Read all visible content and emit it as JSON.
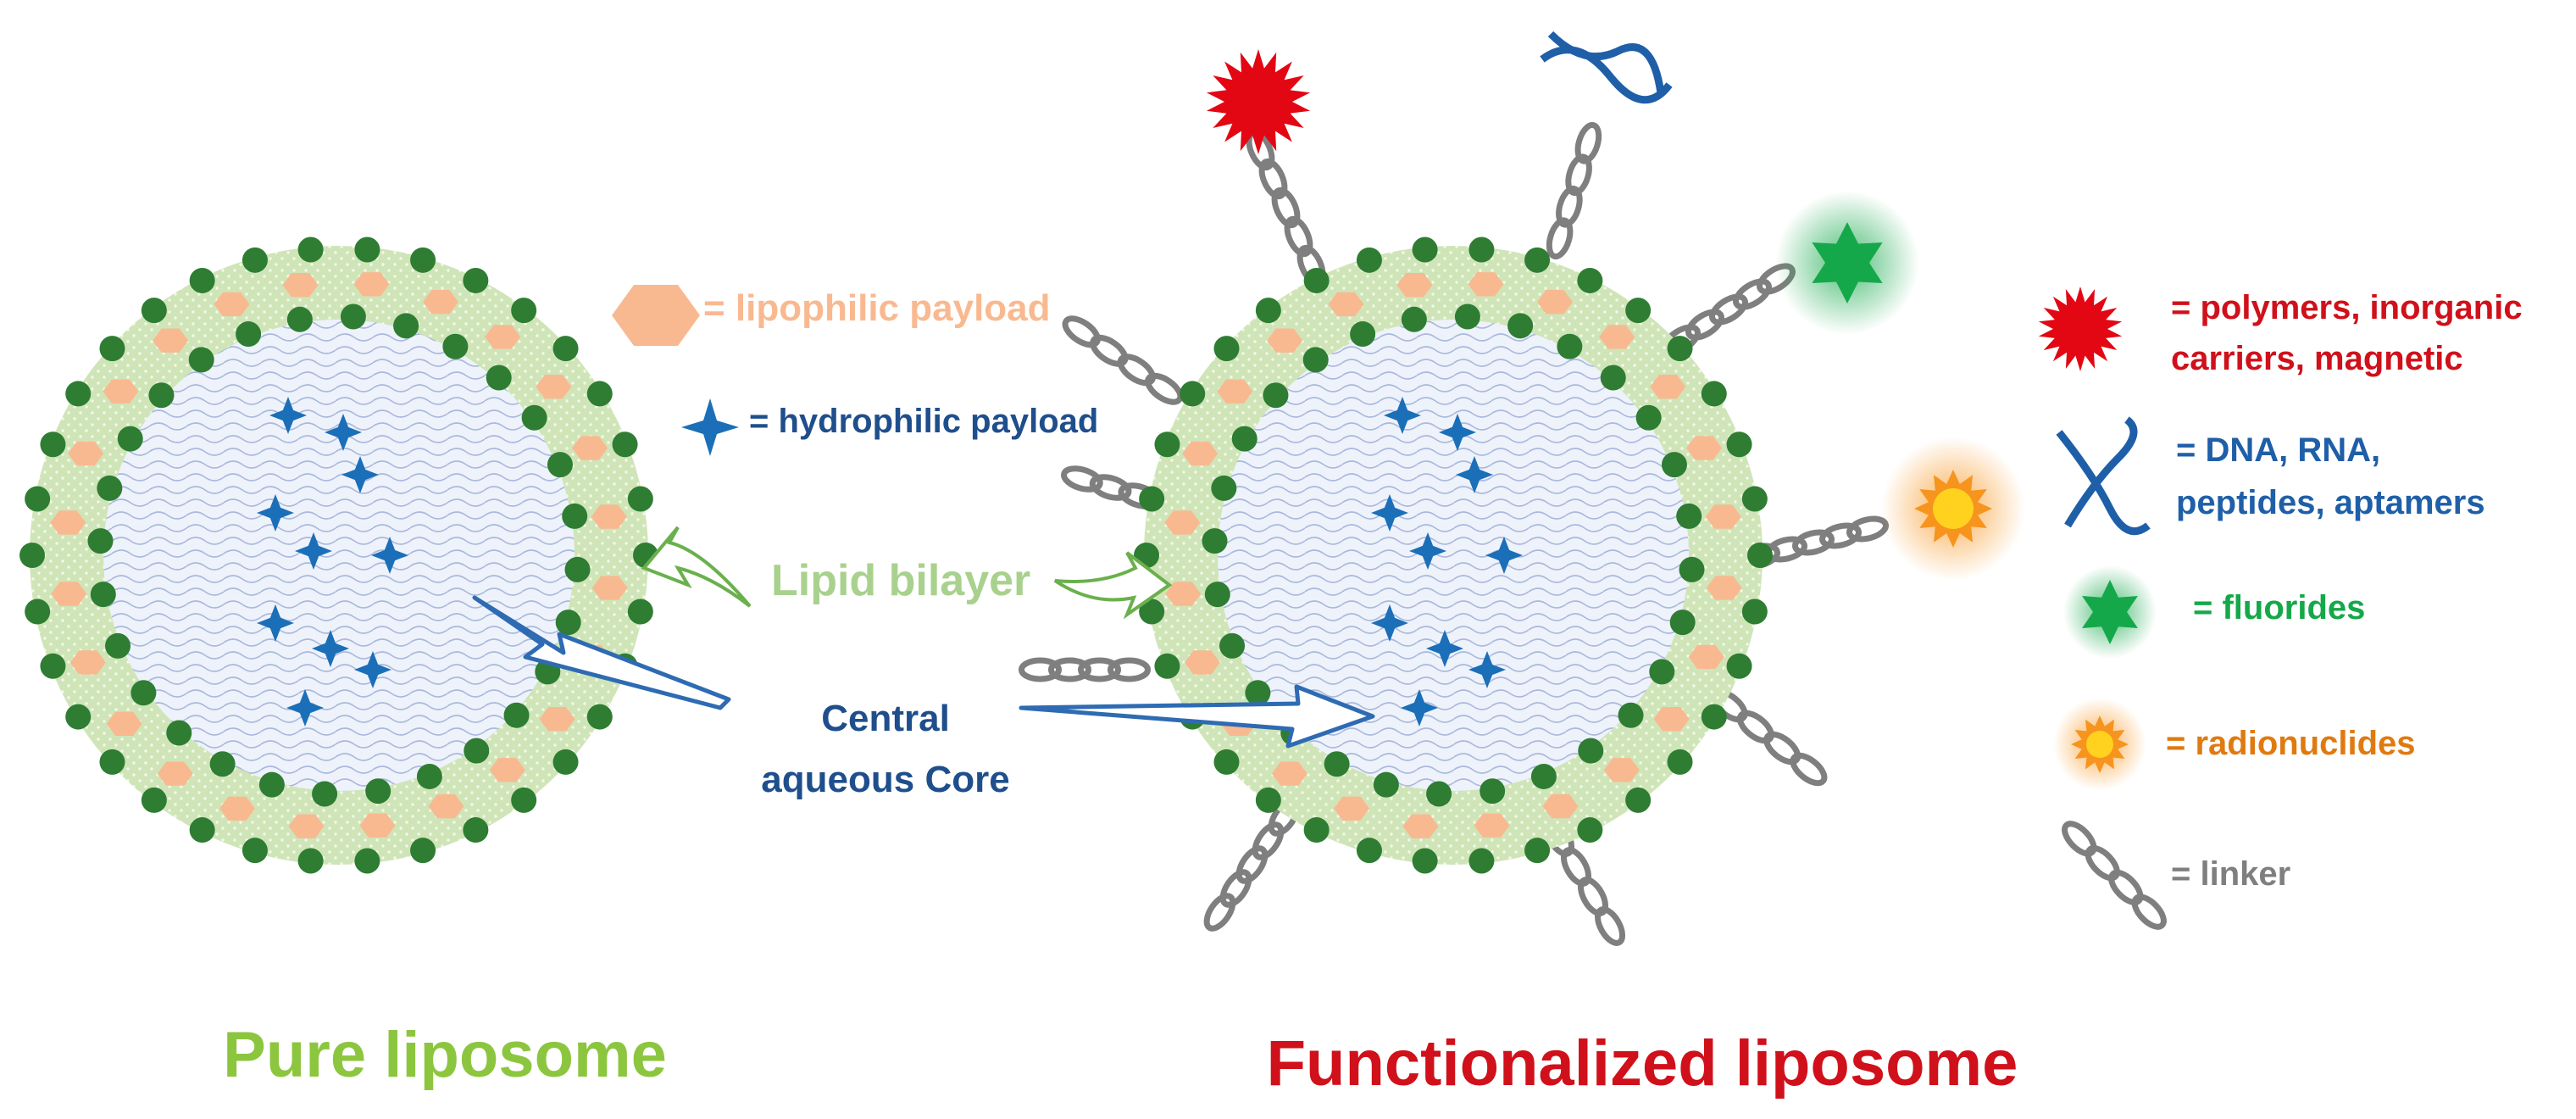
{
  "labels": {
    "lipophilic": "= lipophilic payload",
    "hydrophilic": "= hydrophilic payload",
    "lipid_bilayer": "Lipid bilayer",
    "core_line1": "Central",
    "core_line2": "aqueous Core",
    "pure_title": "Pure liposome",
    "func_title": "Functionalized liposome"
  },
  "legend": {
    "polymers_line1": "= polymers, inorganic",
    "polymers_line2": "carriers, magnetic",
    "dna_line1": "= DNA, RNA,",
    "dna_line2": "peptides, aptamers",
    "fluorides": "= fluorides",
    "radionuclides": "= radionuclides",
    "linker": "= linker"
  },
  "colors": {
    "bilayer": "#cfe5b8",
    "head_group": "#2e7d32",
    "lipophilic": "#f9b990",
    "hydrophilic": "#1b6fb8",
    "core": "#dfe7f5",
    "polymer": "#e30613",
    "dna": "#1f5fa8",
    "fluoride": "#15a84a",
    "radionuclide": "#f7941d",
    "linker": "#7f7f7f",
    "pure_title": "#8cc63f",
    "func_title": "#d0101a",
    "core_label": "#1f4e8c",
    "bilayer_label": "#a9d18e"
  }
}
